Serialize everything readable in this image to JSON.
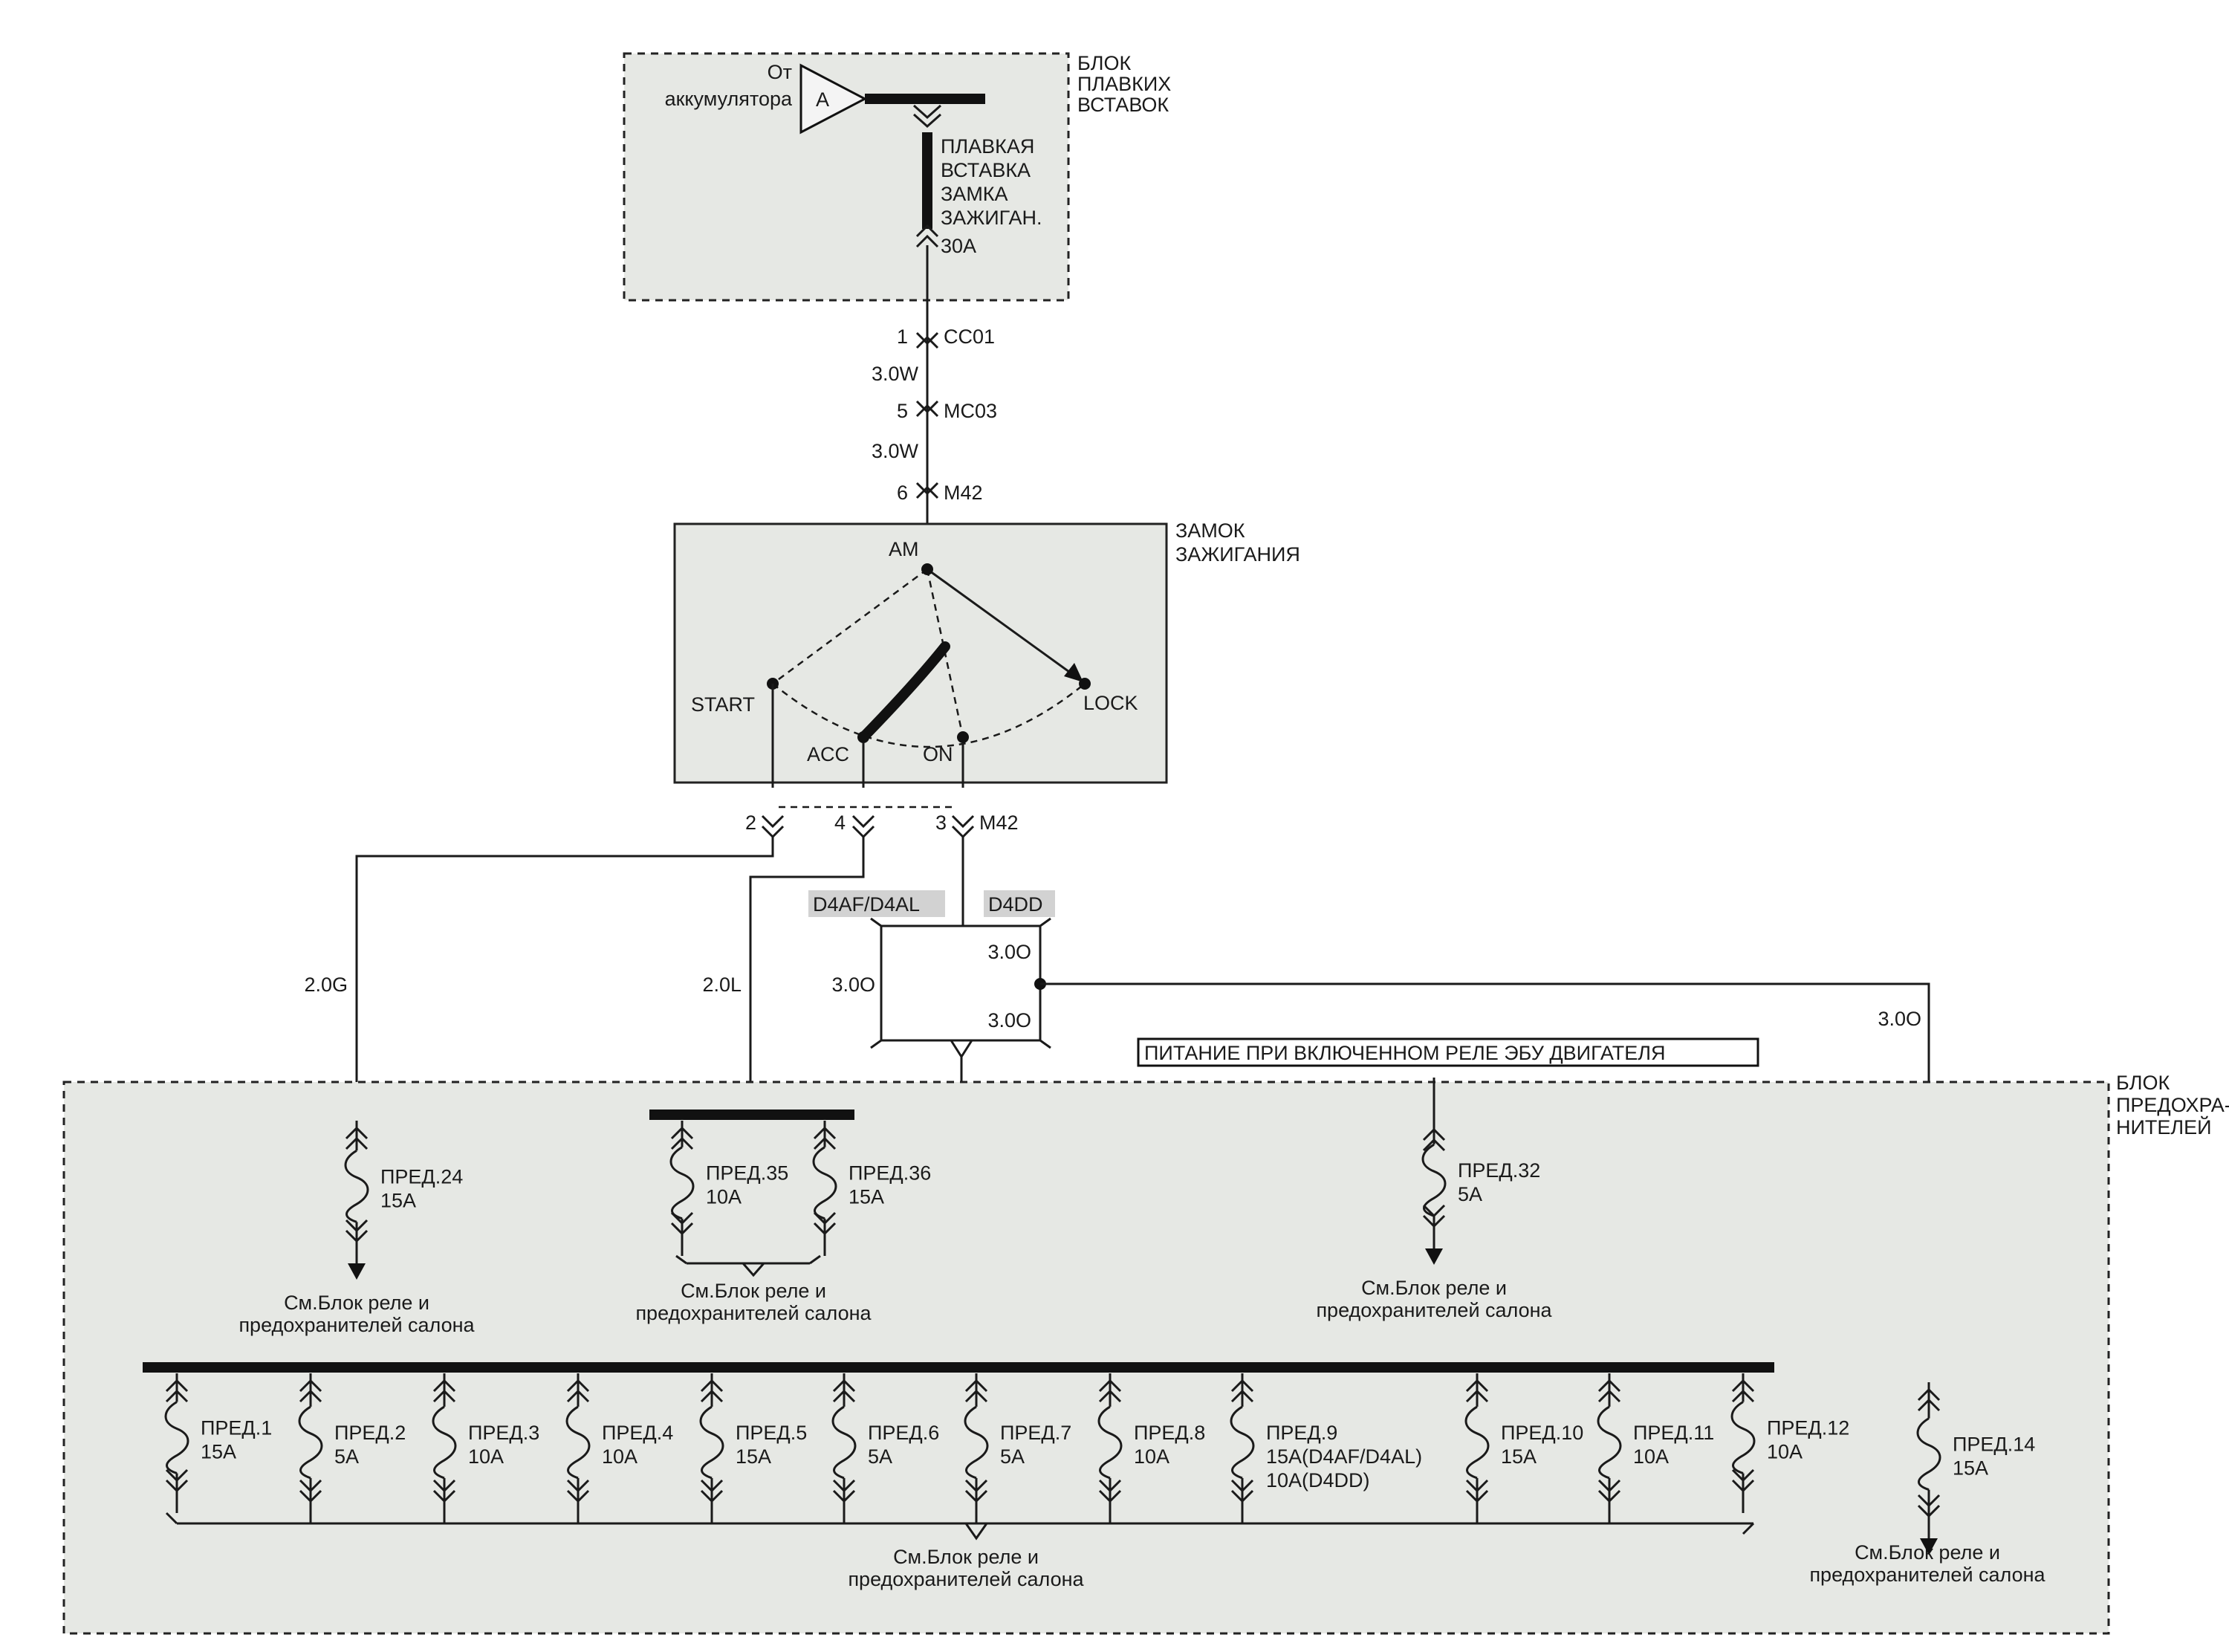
{
  "fusible_block": {
    "title": [
      "БЛОК",
      "ПЛАВКИХ",
      "ВСТАВОК"
    ],
    "source": [
      "От",
      "аккумулятора"
    ],
    "terminal": "A",
    "fuse_name": [
      "ПЛАВКАЯ",
      "ВСТАВКА",
      "ЗАМКА",
      "ЗАЖИГАН."
    ],
    "fuse_rating": "30A"
  },
  "connectors_top": [
    {
      "pin": "1",
      "name": "CC01"
    },
    {
      "pin": "5",
      "name": "MC03"
    },
    {
      "pin": "6",
      "name": "M42"
    }
  ],
  "wires_top": [
    "3.0W",
    "3.0W"
  ],
  "ignition_switch": {
    "title": [
      "ЗАМОК",
      "ЗАЖИГАНИЯ"
    ],
    "positions": {
      "am": "AM",
      "start": "START",
      "acc": "ACC",
      "on": "ON",
      "lock": "LOCK"
    }
  },
  "switch_outputs": {
    "pins": [
      "2",
      "4",
      "3"
    ],
    "connector": "M42"
  },
  "variants": {
    "a": "D4AF/D4AL",
    "b": "D4DD"
  },
  "wires": {
    "g": "2.0G",
    "l": "2.0L",
    "o_left": "3.0O",
    "o_top": "3.0O",
    "o_bot": "3.0O",
    "o_right": "3.0O"
  },
  "fuse_box": {
    "title": [
      "БЛОК",
      "ПРЕДОХРА-",
      "НИТЕЛЕЙ"
    ],
    "ecu_note": "ПИТАНИЕ ПРИ ВКЛЮЧЕННОМ РЕЛЕ ЭБУ ДВИГАТЕЛЯ",
    "see": [
      "См.Блок реле и",
      "предохранителей салона"
    ],
    "fuses": [
      {
        "name": "ПРЕД.24",
        "rating": "15A"
      },
      {
        "name": "ПРЕД.35",
        "rating": "10A"
      },
      {
        "name": "ПРЕД.36",
        "rating": "15A"
      },
      {
        "name": "ПРЕД.32",
        "rating": "5A"
      },
      {
        "name": "ПРЕД.1",
        "rating": "15A"
      },
      {
        "name": "ПРЕД.2",
        "rating": "5A"
      },
      {
        "name": "ПРЕД.3",
        "rating": "10A"
      },
      {
        "name": "ПРЕД.4",
        "rating": "10A"
      },
      {
        "name": "ПРЕД.5",
        "rating": "15A"
      },
      {
        "name": "ПРЕД.6",
        "rating": "5A"
      },
      {
        "name": "ПРЕД.7",
        "rating": "5A"
      },
      {
        "name": "ПРЕД.8",
        "rating": "10A"
      },
      {
        "name": "ПРЕД.9",
        "rating": "15A(D4AF/D4AL)",
        "rating2": "10A(D4DD)"
      },
      {
        "name": "ПРЕД.10",
        "rating": "15A"
      },
      {
        "name": "ПРЕД.11",
        "rating": "10A"
      },
      {
        "name": "ПРЕД.12",
        "rating": "10A"
      },
      {
        "name": "ПРЕД.14",
        "rating": "15A"
      }
    ]
  }
}
